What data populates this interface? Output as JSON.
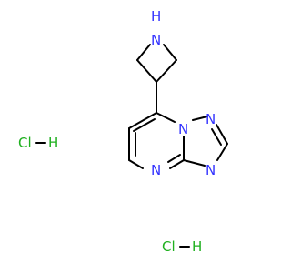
{
  "molecule": {
    "atoms": {
      "azetidine_nh": {
        "symbol": "N",
        "h": "H"
      },
      "n_bridge": {
        "symbol": "N"
      },
      "n_triazole_2": {
        "symbol": "N"
      },
      "n_triazole_4": {
        "symbol": "N"
      },
      "n_pyrimidine": {
        "symbol": "N"
      }
    },
    "salts": [
      {
        "cl": "Cl",
        "h": "H"
      },
      {
        "cl": "Cl",
        "h": "H"
      }
    ]
  },
  "colors": {
    "bond": "#000000",
    "nitrogen": "#3333ff",
    "chlorine": "#1fb01f",
    "hydrogen_on_cl": "#1fb01f",
    "background": "#ffffff"
  }
}
